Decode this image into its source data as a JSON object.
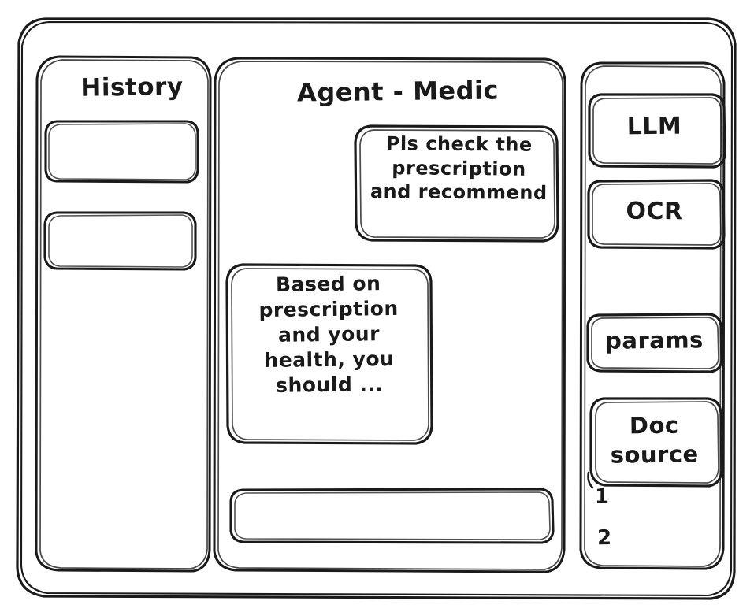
{
  "app": {
    "title": "Agent - Medic",
    "style": "hand-drawn wireframe",
    "stroke_color": "#1a1a1a",
    "background_color": "#ffffff"
  },
  "sidebar_left": {
    "title": "History",
    "items": [
      {
        "label": ""
      },
      {
        "label": ""
      }
    ]
  },
  "main": {
    "title": "Agent - Medic",
    "messages": [
      {
        "role": "user",
        "text": "Pls check the\nprescription\nand recommend"
      },
      {
        "role": "assistant",
        "text": "Based on\nprescription\nand your\nhealth, you\nshould ..."
      }
    ],
    "composer": {
      "value": "",
      "placeholder": ""
    }
  },
  "sidebar_right": {
    "buttons": [
      {
        "label": "LLM"
      },
      {
        "label": "OCR"
      },
      {
        "label": "params"
      },
      {
        "label": "Doc\nsource"
      }
    ],
    "doc_sources": [
      {
        "label": "1"
      },
      {
        "label": "2"
      }
    ]
  }
}
